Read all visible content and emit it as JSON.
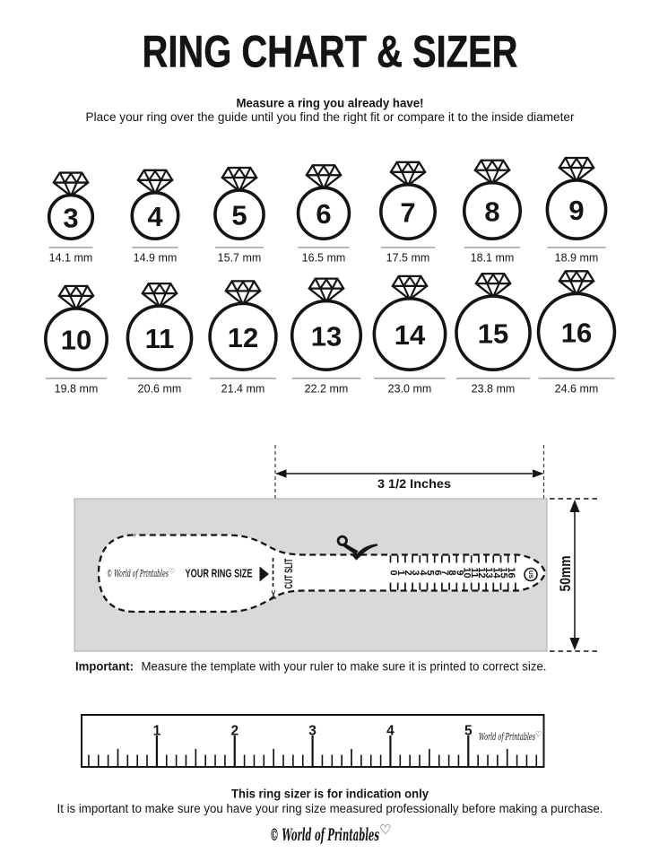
{
  "title": "RING CHART & SIZER",
  "intro": {
    "heading": "Measure a ring you already have!",
    "subheading": "Place your ring over the guide until you find the right fit or compare it to the inside diameter"
  },
  "ring_chart": {
    "rows": [
      {
        "rings": [
          {
            "size": "3",
            "inside_diameter": "14.1 mm"
          },
          {
            "size": "4",
            "inside_diameter": "14.9 mm"
          },
          {
            "size": "5",
            "inside_diameter": "15.7 mm"
          },
          {
            "size": "6",
            "inside_diameter": "16.5 mm"
          },
          {
            "size": "7",
            "inside_diameter": "17.5 mm"
          },
          {
            "size": "8",
            "inside_diameter": "18.1 mm"
          },
          {
            "size": "9",
            "inside_diameter": "18.9 mm"
          }
        ]
      },
      {
        "rings": [
          {
            "size": "10",
            "inside_diameter": "19.8 mm"
          },
          {
            "size": "11",
            "inside_diameter": "20.6 mm"
          },
          {
            "size": "12",
            "inside_diameter": "21.4 mm"
          },
          {
            "size": "13",
            "inside_diameter": "22.2 mm"
          },
          {
            "size": "14",
            "inside_diameter": "23.0 mm"
          },
          {
            "size": "15",
            "inside_diameter": "23.8 mm"
          },
          {
            "size": "16",
            "inside_diameter": "24.6 mm"
          }
        ]
      }
    ]
  },
  "sizer": {
    "width_label": "3 1/2 Inches",
    "height_label": "50mm",
    "brand": {
      "text": "© World of Printables",
      "heart": "♡"
    },
    "your_ring_size_label": "YOUR RING SIZE",
    "cut_slit_label": "CUT SLIT",
    "us_label": "US",
    "scale_numbers": [
      "0",
      "1",
      "2",
      "3",
      "4",
      "5",
      "6",
      "7",
      "8",
      "9",
      "10",
      "11",
      "12",
      "13",
      "14",
      "15",
      "16"
    ]
  },
  "important": {
    "bold": "Important:",
    "rest": "Measure the template with your ruler to make sure it is printed to correct size."
  },
  "ruler": {
    "numbers": [
      "1",
      "2",
      "3",
      "4",
      "5"
    ],
    "brand": {
      "text": "World of Printables",
      "heart": "♡"
    }
  },
  "footer": {
    "bold_line": "This ring sizer is for indication only",
    "text_line": "It is important to make sure you have your ring size measured professionally before making a purchase.",
    "logo": {
      "text": "© World of Printables",
      "heart": "♡"
    }
  },
  "colors": {
    "ink": "#141414",
    "gray_fill": "#d9d9d9",
    "gray_border": "#a8a8a8",
    "underline_gray": "#8c8c8c"
  }
}
